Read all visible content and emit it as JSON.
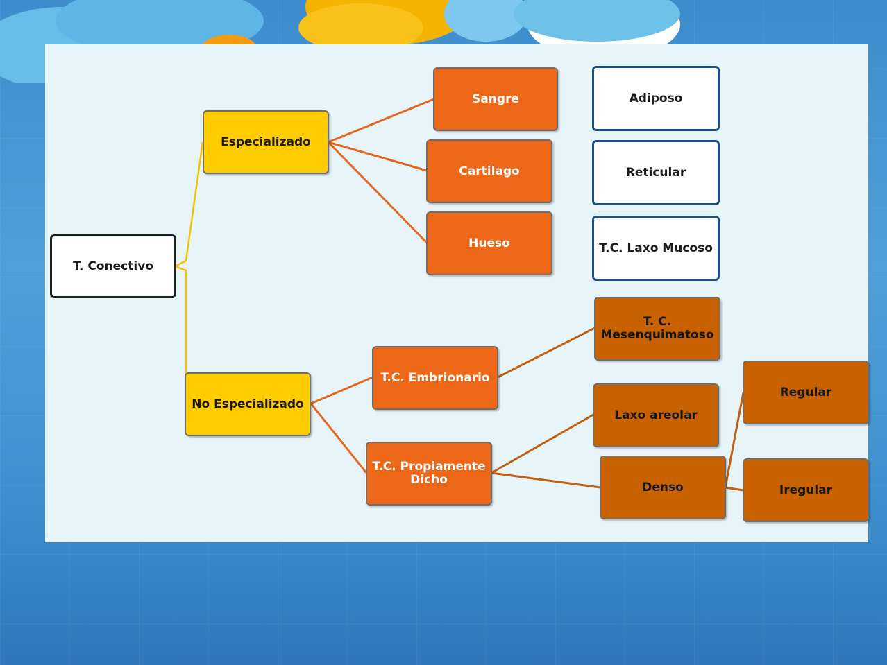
{
  "colors": {
    "root_fill": "#ffffff",
    "level1_fill": "#ffcc00",
    "level2_fill": "#ec6818",
    "level3_fill": "#c86200",
    "side_border": "#1f4e8c",
    "link_yellow": "#f2c300",
    "link_orange": "#e5661c",
    "link_brown": "#c06010"
  },
  "nodes": {
    "root": "T. Conectivo",
    "especializado": "Especializado",
    "no_especializado": "No Especializado",
    "sangre": "Sangre",
    "cartilago": "Cartilago",
    "hueso": "Hueso",
    "embrionario": "T.C. Embrionario",
    "propiamente": "T.C. Propiamente Dicho",
    "mesenquimatoso": "T. C. Mesenquimatoso",
    "laxo_areolar": "Laxo areolar",
    "denso": "Denso",
    "regular": "Regular",
    "iregular": "Iregular"
  },
  "side_boxes": {
    "adiposo": "Adiposo",
    "reticular": "Reticular",
    "laxo_mucoso": "T.C. Laxo Mucoso"
  }
}
